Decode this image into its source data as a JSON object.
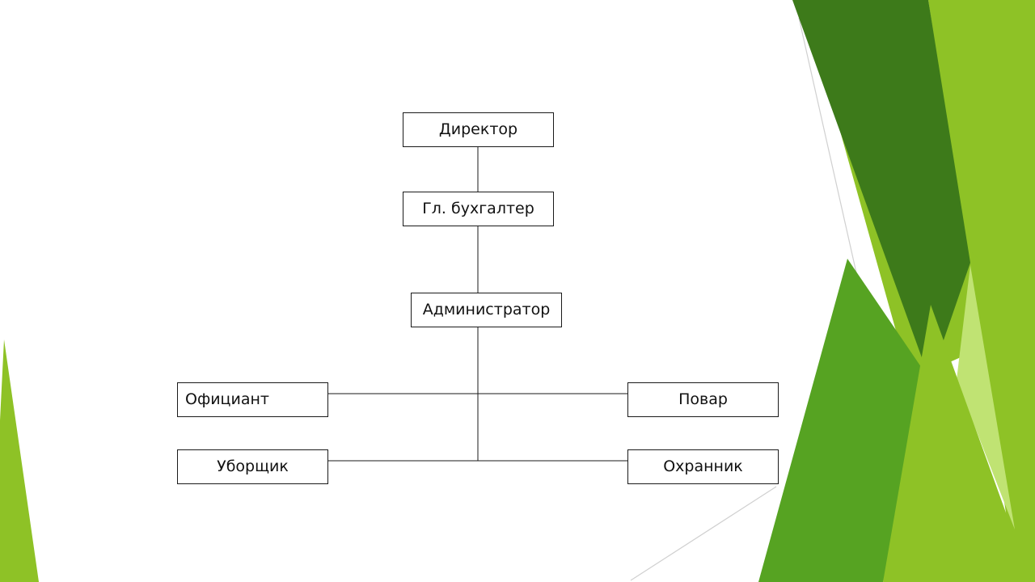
{
  "slide": {
    "colors": {
      "dark_green": "#3d7a1a",
      "mid_green": "#56a322",
      "lime_green": "#8ec226",
      "pale_green": "#c0e373",
      "thin_line": "#d0d0d0",
      "connector": "#1a1a1a",
      "box_border": "#1a1a1a"
    }
  },
  "org_chart": {
    "director": "Директор",
    "chief_accountant": "Гл. бухгалтер",
    "administrator": "Администратор",
    "waiter": "Официант",
    "cook": "Повар",
    "cleaner": "Уборщик",
    "guard": "Охранник"
  }
}
